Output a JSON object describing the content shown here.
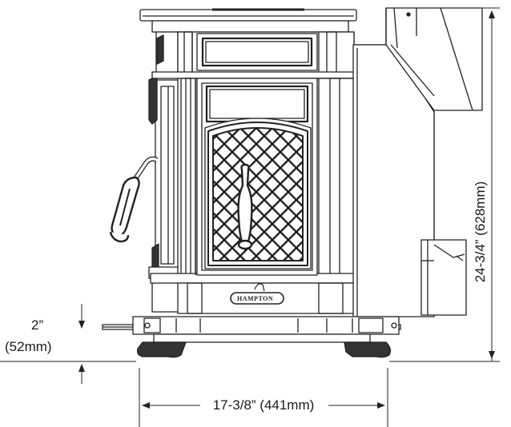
{
  "dimensions": {
    "height": "24-3/4” (628mm)",
    "width": "17-3/8” (441mm)",
    "leg_height_imperial": "2”",
    "leg_height_metric": "(52mm)"
  },
  "logo": {
    "text": "HAMPTON"
  }
}
